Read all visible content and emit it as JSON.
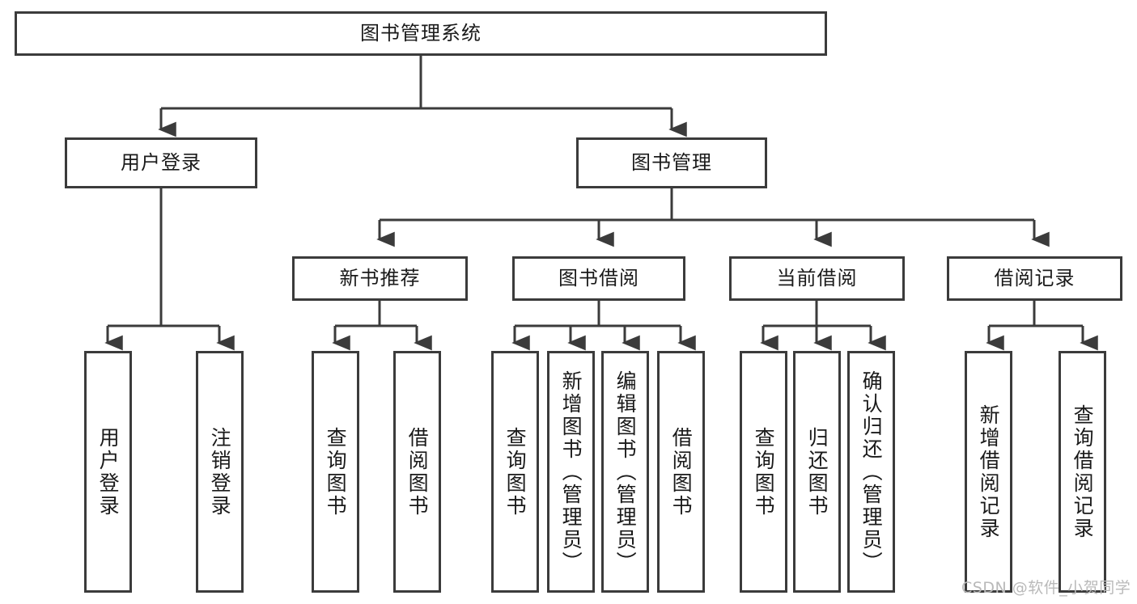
{
  "diagram": {
    "title": "图书管理系统",
    "type": "functional-decomposition-tree",
    "watermark": "CSDN @软件_小贺同学",
    "colors": {
      "box_border": "#3b3b3b",
      "box_fill": "#ffffff",
      "connector": "#3b3b3b",
      "text": "#1a1a1a",
      "watermark": "#b9b9b9"
    },
    "root": {
      "label": "图书管理系统"
    },
    "level2": [
      {
        "label": "用户登录"
      },
      {
        "label": "图书管理"
      }
    ],
    "level3": [
      {
        "label": "新书推荐"
      },
      {
        "label": "图书借阅"
      },
      {
        "label": "当前借阅"
      },
      {
        "label": "借阅记录"
      }
    ],
    "leaves": {
      "user_login": [
        {
          "label": "用户登录"
        },
        {
          "label": "注销登录"
        }
      ],
      "new_book_recommend": [
        {
          "label": "查询图书"
        },
        {
          "label": "借阅图书"
        }
      ],
      "book_borrow": [
        {
          "label": "查询图书"
        },
        {
          "label": "新增图书（管理员）"
        },
        {
          "label": "编辑图书（管理员）"
        },
        {
          "label": "借阅图书"
        }
      ],
      "current_borrow": [
        {
          "label": "查询图书"
        },
        {
          "label": "归还图书"
        },
        {
          "label": "确认归还（管理员）"
        }
      ],
      "borrow_record": [
        {
          "label": "新增借阅记录"
        },
        {
          "label": "查询借阅记录"
        }
      ]
    }
  }
}
